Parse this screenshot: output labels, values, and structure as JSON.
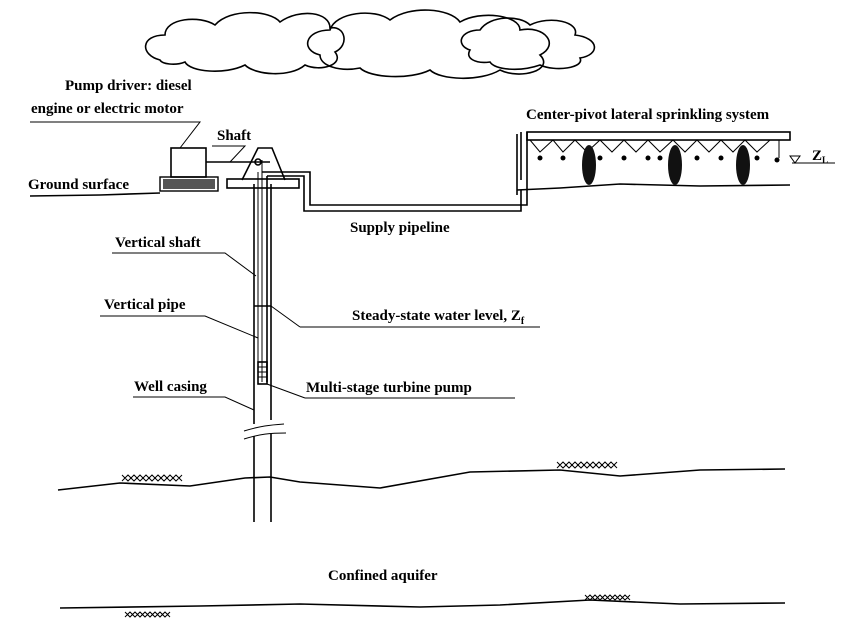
{
  "labels": {
    "pump_driver_line1": "Pump driver: diesel",
    "pump_driver_line2": "engine or electric motor",
    "shaft": "Shaft",
    "ground_surface": "Ground surface",
    "supply_pipeline": "Supply pipeline",
    "vertical_shaft": "Vertical shaft",
    "vertical_pipe": "Vertical pipe",
    "water_level": "Steady-state water level, Z",
    "water_level_sub": "f",
    "turbine_pump": "Multi-stage turbine pump",
    "well_casing": "Well casing",
    "confined_aquifer": "Confined aquifer",
    "sprinkler_system": "Center-pivot lateral sprinkling system",
    "zl": "Z",
    "zl_sub": "L"
  }
}
